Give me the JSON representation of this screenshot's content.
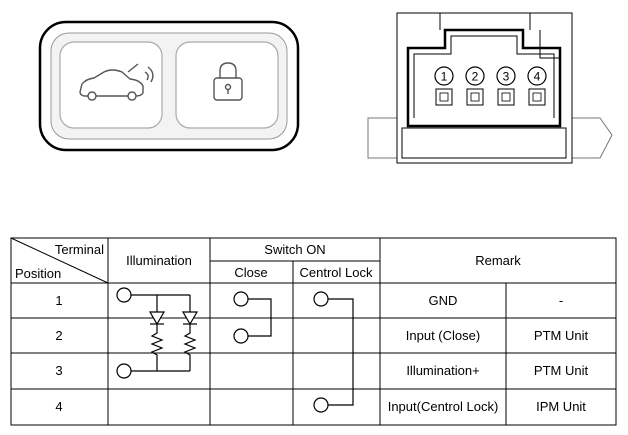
{
  "connector": {
    "pins": [
      "1",
      "2",
      "3",
      "4"
    ]
  },
  "table": {
    "corner_top": "Terminal",
    "corner_bottom": "Position",
    "col_illumination": "Illumination",
    "col_switch_on": "Switch ON",
    "col_close": "Close",
    "col_control_lock": "Centrol Lock",
    "col_remark": "Remark",
    "rows": [
      {
        "position": "1",
        "signal": "GND",
        "unit": "-"
      },
      {
        "position": "2",
        "signal": "Input (Close)",
        "unit": "PTM Unit"
      },
      {
        "position": "3",
        "signal": "Illumination+",
        "unit": "PTM Unit"
      },
      {
        "position": "4",
        "signal": "Input(Centrol Lock)",
        "unit": "IPM Unit"
      }
    ]
  }
}
